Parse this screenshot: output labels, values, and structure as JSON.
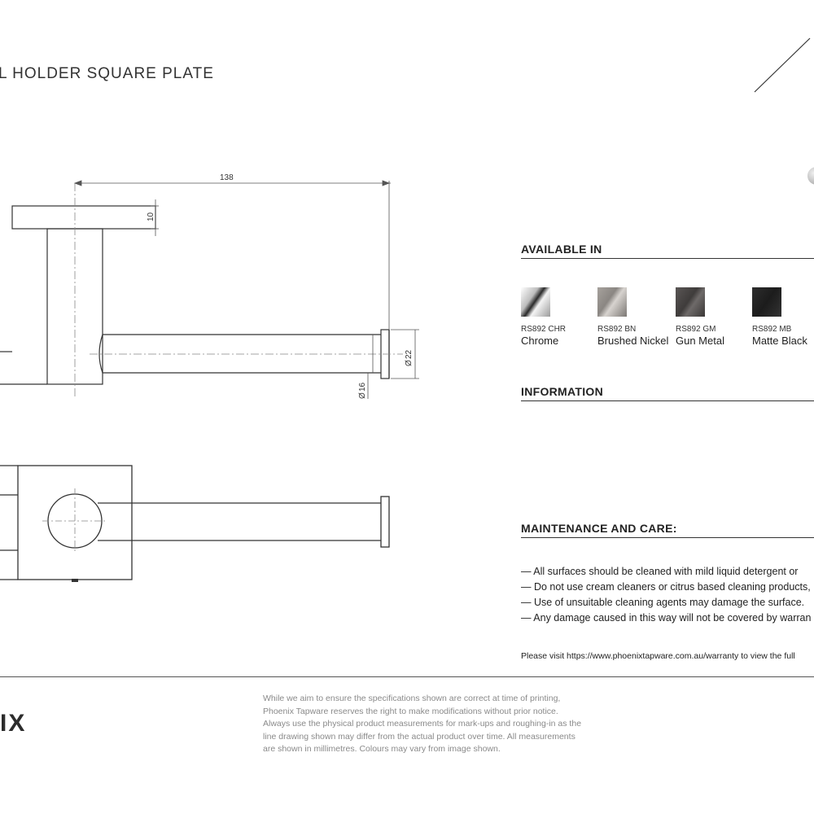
{
  "header": {
    "title": "L HOLDER SQUARE PLATE"
  },
  "drawing": {
    "dim_length": "138",
    "dim_plate_thickness": "10",
    "dim_end_cap": "22",
    "dim_rod": "16",
    "diameter_symbol": "Ø"
  },
  "available_in": {
    "title": "AVAILABLE IN",
    "finishes": [
      {
        "code": "RS892 CHR",
        "name": "Chrome",
        "color": "#c8c8c8"
      },
      {
        "code": "RS892 BN",
        "name": "Brushed Nickel",
        "color": "#8e8a86"
      },
      {
        "code": "RS892 GM",
        "name": "Gun Metal",
        "color": "#4a4746"
      },
      {
        "code": "RS892 MB",
        "name": "Matte Black",
        "color": "#262626"
      }
    ]
  },
  "information": {
    "title": "INFORMATION"
  },
  "maintenance": {
    "title": "MAINTENANCE AND CARE:",
    "items": [
      "— All surfaces should be cleaned with mild liquid detergent or",
      "— Do not use cream cleaners or citrus based cleaning products,",
      "— Use of unsuitable cleaning agents may damage the surface.",
      "— Any damage caused in this way will not be covered by warran"
    ],
    "warranty_note": "Please visit https://www.phoenixtapware.com.au/warranty to view the full"
  },
  "footer": {
    "brand": "IX",
    "disclaimer_lines": [
      "While we aim to ensure the specifications shown are correct at time of printing,",
      "Phoenix Tapware reserves the right to make modifications without prior notice.",
      "Always use the physical product measurements for mark-ups and roughing-in as the",
      "line drawing shown may differ from the actual product over time. All measurements",
      "are shown in millimetres. Colours may vary from image shown."
    ]
  }
}
